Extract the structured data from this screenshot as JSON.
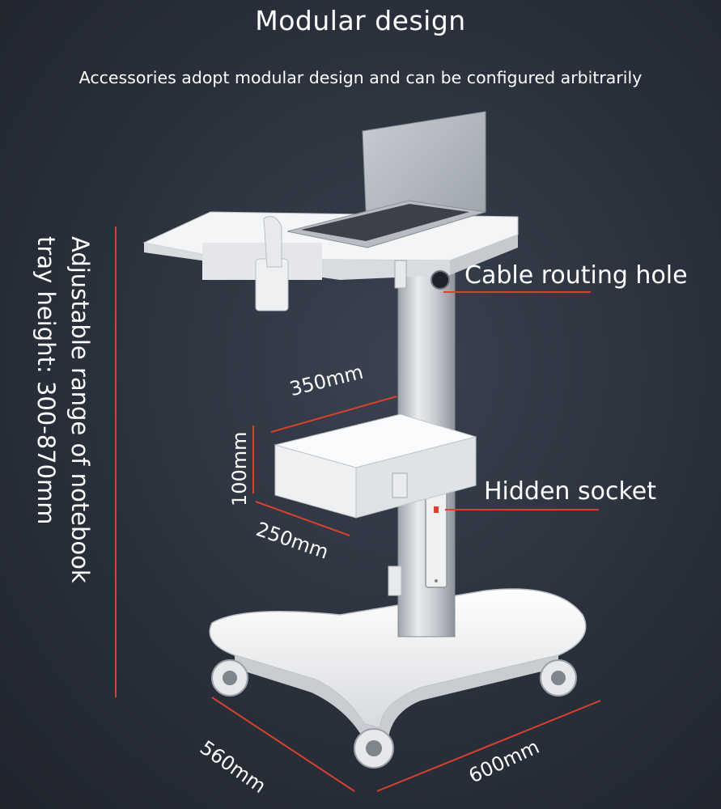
{
  "header": {
    "title": "Modular design",
    "subtitle": "Accessories adopt modular design and can be configured arbitrarily"
  },
  "callouts": {
    "cable_routing": "Cable routing hole",
    "hidden_socket": "Hidden socket"
  },
  "dimensions": {
    "drawer_depth": "350mm",
    "drawer_height": "100mm",
    "drawer_width": "250mm",
    "base_depth": "560mm",
    "base_width": "600mm"
  },
  "height_note": {
    "line1": "Adjustable range of notebook",
    "line2": "tray height: 300-870mm"
  },
  "colors": {
    "background": "#2a303b",
    "accent_line": "#d9402e",
    "product": "#f2f3f5"
  }
}
